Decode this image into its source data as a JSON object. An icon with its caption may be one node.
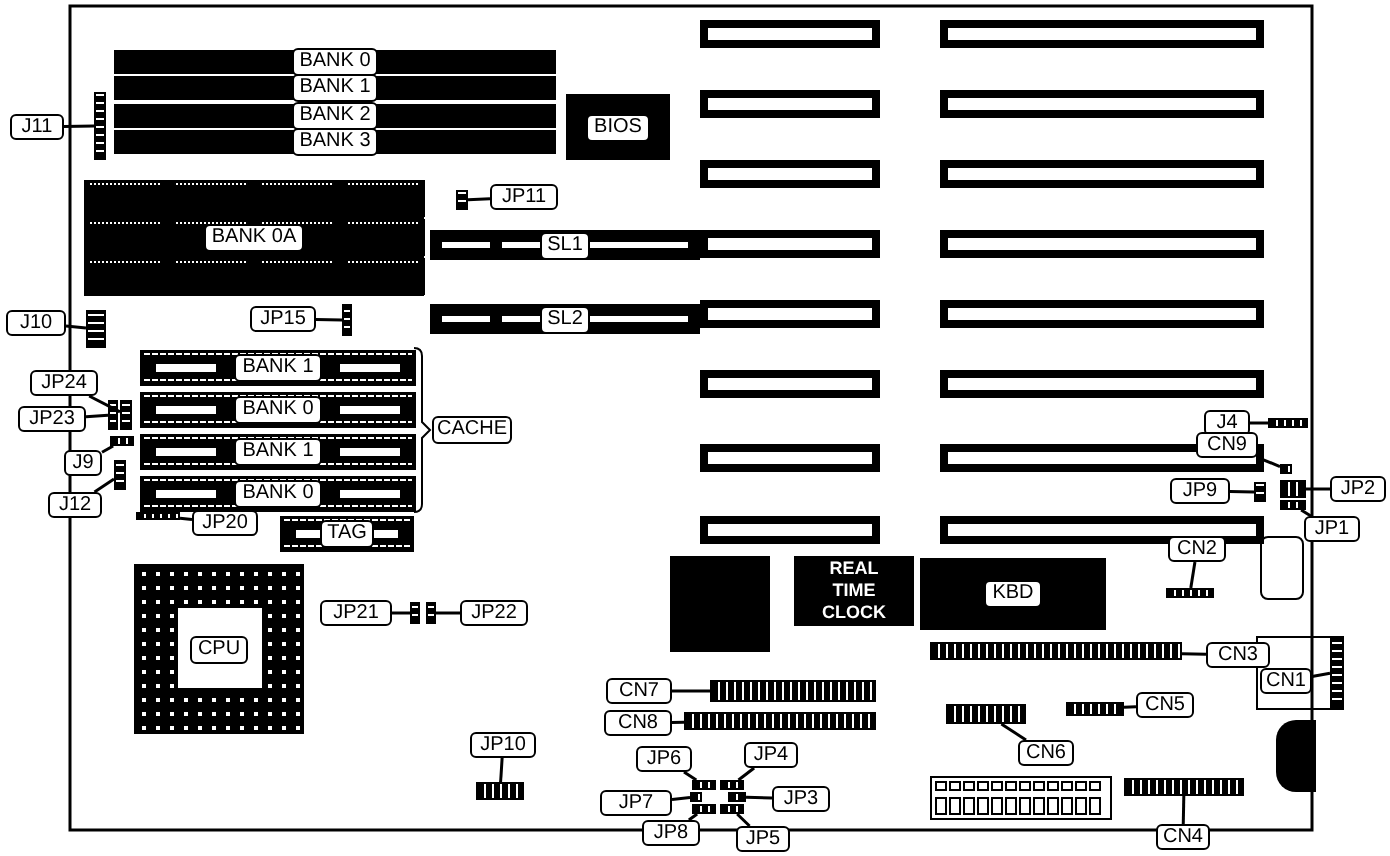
{
  "diagram": {
    "nodes": [
      {
        "text": [
          "BANK 0"
        ]
      },
      {
        "text": [
          "BANK 1"
        ]
      },
      {
        "text": [
          "BANK 2"
        ]
      },
      {
        "text": [
          "BANK 3"
        ]
      },
      {
        "text": [
          "J11"
        ]
      },
      {
        "text": [],
        "shape": "box"
      },
      {
        "text": [
          "BIOS"
        ]
      },
      {
        "text": [
          "JP11"
        ]
      },
      {
        "text": [],
        "shape": "box"
      },
      {
        "text": [
          "BANK 0A"
        ]
      },
      {
        "text": [
          "SL1"
        ]
      },
      {
        "text": [
          "SL2"
        ]
      },
      {
        "text": [
          "J10"
        ]
      },
      {
        "text": [],
        "shape": "box"
      },
      {
        "text": [
          "JP15"
        ]
      },
      {
        "text": [],
        "shape": "box"
      },
      {
        "text": [
          "CACHE"
        ]
      },
      {
        "text": [
          "BANK 1"
        ]
      },
      {
        "text": [
          "BANK 0"
        ]
      },
      {
        "text": [
          "BANK 1"
        ]
      },
      {
        "text": [
          "BANK 0"
        ]
      },
      {
        "text": [
          "JP24"
        ]
      },
      {
        "text": [],
        "shape": "box"
      },
      {
        "text": [
          "JP23"
        ]
      },
      {
        "text": [],
        "shape": "box"
      },
      {
        "text": [
          "J9"
        ]
      },
      {
        "text": [],
        "shape": "box"
      },
      {
        "text": [
          "J12"
        ]
      },
      {
        "text": [],
        "shape": "box"
      },
      {
        "text": [
          "JP20"
        ]
      },
      {
        "text": [],
        "shape": "box"
      },
      {
        "text": [
          "TAG"
        ]
      },
      {
        "text": [
          "CPU"
        ]
      },
      {
        "text": [
          "JP21"
        ]
      },
      {
        "text": [],
        "shape": "box"
      },
      {
        "text": [],
        "shape": "box"
      },
      {
        "text": [
          "JP22"
        ]
      },
      {
        "text": [
          "REAL TIME CLOCK"
        ]
      },
      {
        "text": [
          "KBD"
        ]
      },
      {
        "text": [
          "J4"
        ]
      },
      {
        "text": [],
        "shape": "box"
      },
      {
        "text": [
          "CN9"
        ]
      },
      {
        "text": [],
        "shape": "box"
      },
      {
        "text": [
          "JP9"
        ]
      },
      {
        "text": [],
        "shape": "box"
      },
      {
        "text": [
          "JP2"
        ]
      },
      {
        "text": [],
        "shape": "box"
      },
      {
        "text": [
          "JP1"
        ]
      },
      {
        "text": [],
        "shape": "box"
      },
      {
        "text": [
          "CN2"
        ]
      },
      {
        "text": [],
        "shape": "box"
      },
      {
        "text": [],
        "shape": "box"
      },
      {
        "text": [
          "CN3"
        ]
      },
      {
        "text": [
          "CN1"
        ]
      },
      {
        "text": [],
        "shape": "box"
      },
      {
        "text": [
          "CN7"
        ]
      },
      {
        "text": [],
        "shape": "box"
      },
      {
        "text": [
          "CN8"
        ]
      },
      {
        "text": [],
        "shape": "box"
      },
      {
        "text": [],
        "shape": "box"
      },
      {
        "text": [
          "CN5"
        ]
      },
      {
        "text": [],
        "shape": "box"
      },
      {
        "text": [
          "CN6"
        ]
      },
      {
        "text": [
          "JP10"
        ]
      },
      {
        "text": [],
        "shape": "box"
      },
      {
        "text": [
          "JP6"
        ]
      },
      {
        "text": [
          "JP4"
        ]
      },
      {
        "text": [
          "JP7"
        ]
      },
      {
        "text": [
          "JP3"
        ]
      },
      {
        "text": [
          "JP8"
        ]
      },
      {
        "text": [
          "JP5"
        ]
      },
      {
        "text": [],
        "shape": "box"
      },
      {
        "text": [],
        "shape": "box"
      },
      {
        "text": [],
        "shape": "box"
      },
      {
        "text": [],
        "shape": "box"
      },
      {
        "text": [],
        "shape": "box"
      },
      {
        "text": [],
        "shape": "box"
      },
      {
        "text": [],
        "shape": "box"
      },
      {
        "text": [
          "CN4"
        ]
      }
    ],
    "edges": [
      {
        "from": 4,
        "to": 5,
        "arrow": "none"
      },
      {
        "from": 7,
        "to": 8,
        "arrow": "none"
      },
      {
        "from": 12,
        "to": 13,
        "arrow": "none"
      },
      {
        "from": 14,
        "to": 15,
        "arrow": "none"
      },
      {
        "from": 21,
        "to": 22,
        "arrow": "none"
      },
      {
        "from": 23,
        "to": 24,
        "arrow": "none"
      },
      {
        "from": 25,
        "to": 26,
        "arrow": "none"
      },
      {
        "from": 27,
        "to": 28,
        "arrow": "none"
      },
      {
        "from": 29,
        "to": 30,
        "arrow": "none"
      },
      {
        "from": 33,
        "to": 34,
        "arrow": "none"
      },
      {
        "from": 36,
        "to": 35,
        "arrow": "none"
      },
      {
        "from": 39,
        "to": 40,
        "arrow": "none"
      },
      {
        "from": 41,
        "to": 42,
        "arrow": "none"
      },
      {
        "from": 43,
        "to": 44,
        "arrow": "none"
      },
      {
        "from": 45,
        "to": 46,
        "arrow": "none"
      },
      {
        "from": 47,
        "to": 48,
        "arrow": "none"
      },
      {
        "from": 49,
        "to": 50,
        "arrow": "none"
      },
      {
        "from": 52,
        "to": 51,
        "arrow": "none"
      },
      {
        "from": 53,
        "to": 54,
        "arrow": "none"
      },
      {
        "from": 55,
        "to": 56,
        "arrow": "none"
      },
      {
        "from": 57,
        "to": 58,
        "arrow": "none"
      },
      {
        "from": 60,
        "to": 59,
        "arrow": "none"
      },
      {
        "from": 62,
        "to": 61,
        "arrow": "none"
      },
      {
        "from": 63,
        "to": 64,
        "arrow": "none"
      },
      {
        "from": 65,
        "to": 71,
        "arrow": "none"
      },
      {
        "from": 66,
        "to": 72,
        "arrow": "none"
      },
      {
        "from": 67,
        "to": 73,
        "arrow": "none"
      },
      {
        "from": 68,
        "to": 74,
        "arrow": "none"
      },
      {
        "from": 69,
        "to": 75,
        "arrow": "none"
      },
      {
        "from": 70,
        "to": 76,
        "arrow": "none"
      },
      {
        "from": 78,
        "to": 77,
        "arrow": "none"
      }
    ]
  }
}
